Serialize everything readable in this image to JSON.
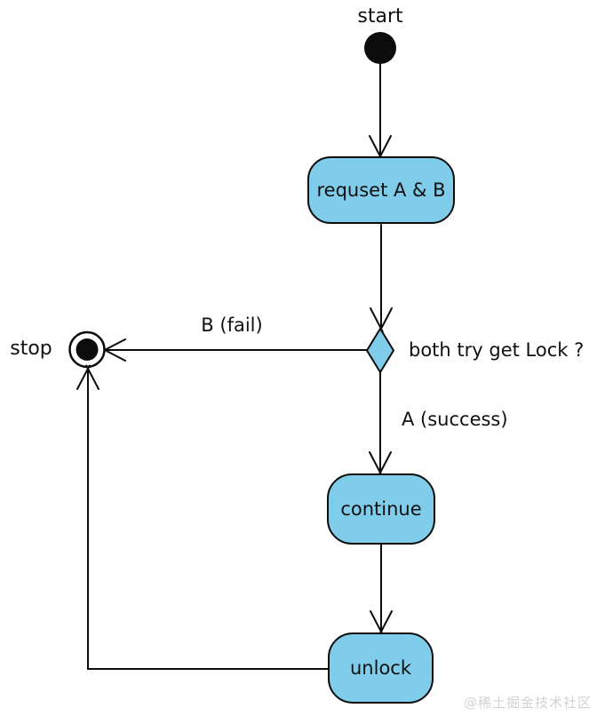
{
  "diagram": {
    "type": "uml-activity-diagram",
    "nodes": {
      "start": {
        "label": "start",
        "shape": "initial-state-filled-circle"
      },
      "request": {
        "label": "requset A & B",
        "shape": "rounded-rectangle"
      },
      "decision": {
        "label": "both try get Lock ?",
        "shape": "diamond"
      },
      "continue": {
        "label": "continue",
        "shape": "rounded-rectangle"
      },
      "unlock": {
        "label": "unlock",
        "shape": "rounded-rectangle"
      },
      "stop": {
        "label": "stop",
        "shape": "final-state-bullseye"
      }
    },
    "edges": [
      {
        "from": "start",
        "to": "request",
        "label": ""
      },
      {
        "from": "request",
        "to": "decision",
        "label": ""
      },
      {
        "from": "decision",
        "to": "stop",
        "label": "B (fail)"
      },
      {
        "from": "decision",
        "to": "continue",
        "label": "A (success)"
      },
      {
        "from": "continue",
        "to": "unlock",
        "label": ""
      },
      {
        "from": "unlock",
        "to": "stop",
        "label": ""
      }
    ]
  },
  "watermark": {
    "text": "@稀土掘金技术社区"
  },
  "colors": {
    "node_fill": "#7FCDEA",
    "stroke": "#0c0c0c",
    "text": "#111111",
    "watermark": "#d2d2d2",
    "background": "#ffffff"
  }
}
